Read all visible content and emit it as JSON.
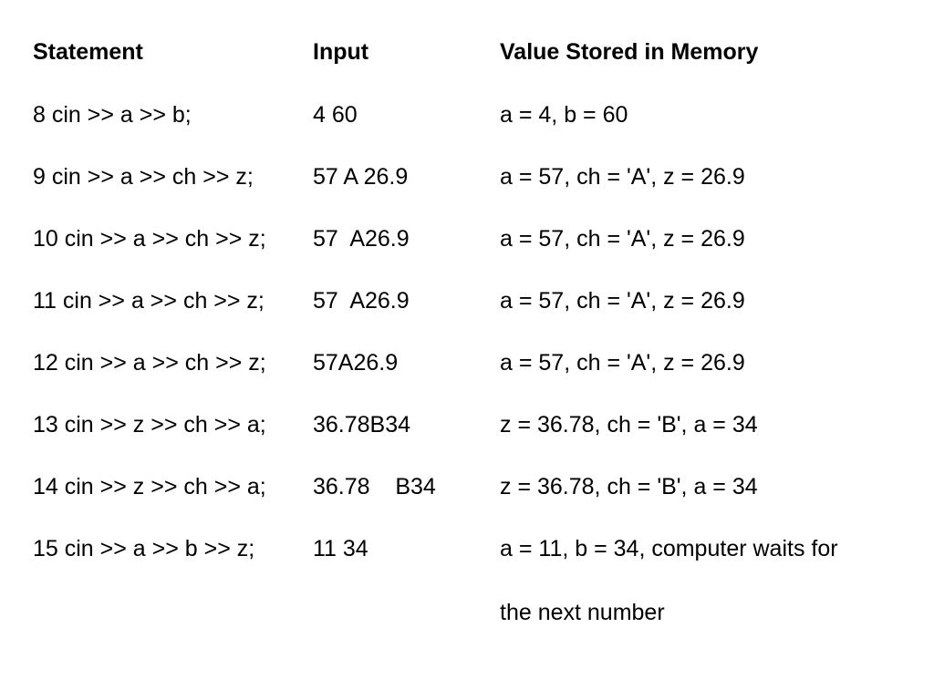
{
  "headers": {
    "statement": "Statement",
    "input": "Input",
    "value": "Value Stored in Memory"
  },
  "rows": [
    {
      "statement": "8 cin >> a >> b;",
      "input": "4 60",
      "value": "a = 4, b = 60"
    },
    {
      "statement": "9 cin >> a >> ch >> z;",
      "input": "57 A 26.9",
      "value": "a = 57, ch = 'A', z = 26.9"
    },
    {
      "statement": "10 cin >> a >> ch >> z;",
      "input": "57  A26.9",
      "value": "a = 57, ch = 'A', z = 26.9"
    },
    {
      "statement": "11 cin >> a >> ch >> z;",
      "input": "57  A26.9",
      "value": "a = 57, ch = 'A', z = 26.9"
    },
    {
      "statement": "12 cin >> a >> ch >> z;",
      "input": "57A26.9",
      "value": "a = 57, ch = 'A', z = 26.9"
    },
    {
      "statement": "13 cin >> z >> ch >> a;",
      "input": "36.78B34",
      "value": "z = 36.78, ch = 'B', a = 34"
    },
    {
      "statement": "14 cin >> z >> ch >> a;",
      "input": "36.78    B34",
      "value": "z = 36.78, ch = 'B', a = 34"
    },
    {
      "statement": "15 cin >> a >> b >> z;",
      "input": "11 34",
      "value": "a = 11, b = 34, computer waits for"
    }
  ],
  "continuation": "the next number"
}
